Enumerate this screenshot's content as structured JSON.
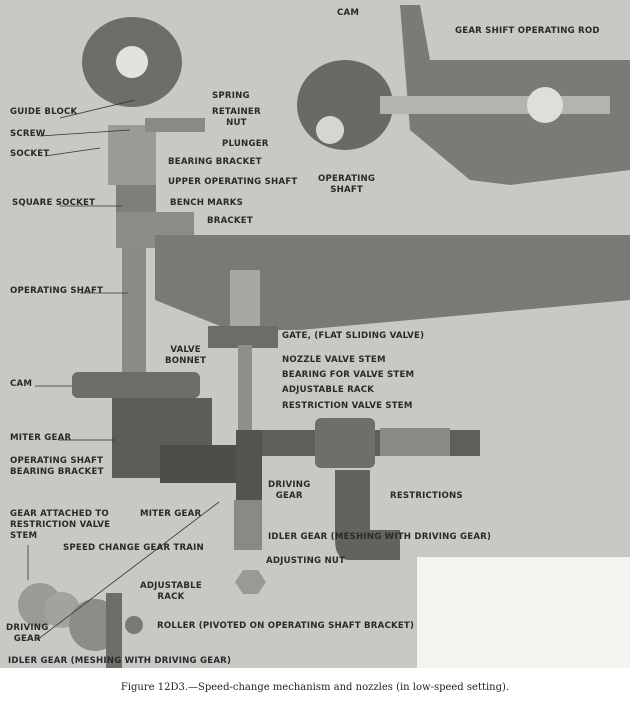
{
  "labels": {
    "guide_block": "GUIDE BLOCK",
    "spring": "SPRING",
    "retainer_nut_1": "RETAINER",
    "retainer_nut_2": "NUT",
    "screw": "SCREW",
    "plunger": "PLUNGER",
    "socket": "SOCKET",
    "bearing_bracket": "BEARING BRACKET",
    "upper_operating_shaft": "UPPER OPERATING SHAFT",
    "square_socket": "SQUARE SOCKET",
    "bench_marks": "BENCH MARKS",
    "bracket": "BRACKET",
    "operating_shaft": "OPERATING SHAFT",
    "cam_top": "CAM",
    "gear_shift_operating_rod": "GEAR SHIFT OPERATING ROD",
    "operating_shaft_top_1": "OPERATING",
    "operating_shaft_top_2": "SHAFT",
    "gate": "GATE, (FLAT SLIDING VALVE)",
    "valve_bonnet_1": "VALVE",
    "valve_bonnet_2": "BONNET",
    "nozzle_valve_stem": "NOZZLE VALVE STEM",
    "bearing_for_valve_stem": "BEARING FOR VALVE STEM",
    "adjustable_rack": "ADJUSTABLE RACK",
    "restriction_valve_stem": "RESTRICTION VALVE STEM",
    "cam": "CAM",
    "miter_gear_left": "MITER GEAR",
    "op_shaft_bearing_bracket_1": "OPERATING SHAFT",
    "op_shaft_bearing_bracket_2": "BEARING BRACKET",
    "driving_gear_1": "DRIVING",
    "driving_gear_2": "GEAR",
    "restrictions": "RESTRICTIONS",
    "gear_attached_1": "GEAR ATTACHED TO",
    "gear_attached_2": "RESTRICTION VALVE",
    "gear_attached_3": "STEM",
    "miter_gear": "MITER GEAR",
    "idler_gear": "IDLER GEAR (MESHING WITH DRIVING GEAR)",
    "speed_change_gear_train": "SPEED CHANGE GEAR TRAIN",
    "adjusting_nut": "ADJUSTING NUT",
    "adjustable_rack_detail_1": "ADJUSTABLE",
    "adjustable_rack_detail_2": "RACK",
    "driving_gear_detail_1": "DRIVING",
    "driving_gear_detail_2": "GEAR",
    "roller": "ROLLER (PIVOTED ON OPERATING SHAFT BRACKET)",
    "idler_gear_detail": "IDLER GEAR (MESHING WITH DRIVING GEAR)"
  },
  "caption": "Figure 12D3.—Speed-change mechanism and nozzles (in low-speed setting)."
}
